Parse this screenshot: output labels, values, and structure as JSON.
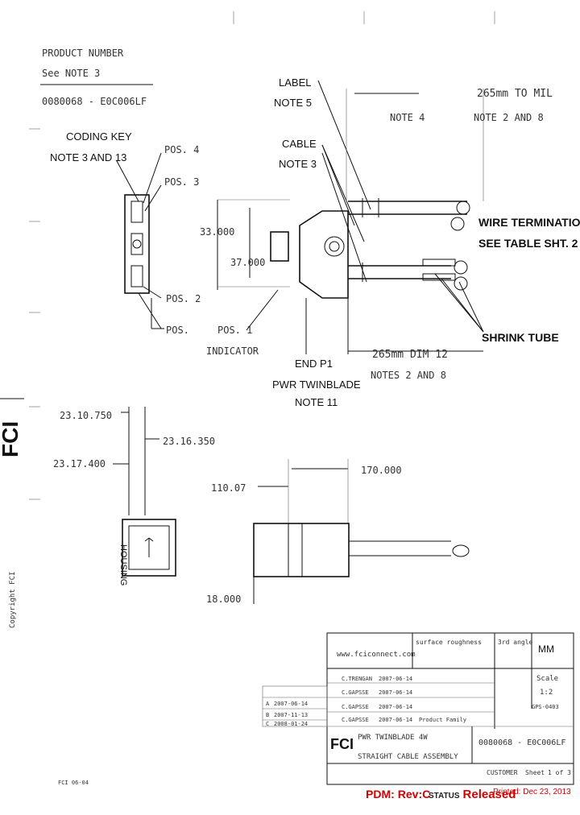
{
  "header": {
    "product_number": "PRODUCT NUMBER",
    "see_note": "See NOTE 3",
    "part_number": "0080068 - E0C006LF"
  },
  "callouts": {
    "coding_key_1": "CODING KEY",
    "coding_key_2": "NOTE 3 AND 13",
    "pos4": "POS. 4",
    "pos3": "POS. 3",
    "pos2": "POS. 2",
    "pos": "POS.",
    "label_1": "LABEL",
    "label_2": "NOTE 5",
    "cable_1": "CABLE",
    "cable_2": "NOTE 3",
    "note4": "NOTE 4",
    "len_top": "265mm TO MIL",
    "len_top_note": "NOTE 2 AND 8",
    "wire_term_1": "WIRE TERMINATION",
    "wire_term_2": "SEE TABLE SHT. 2",
    "shrink_tube": "SHRINK TUBE",
    "dim_a": "33.000",
    "dim_b": "37.000",
    "pos1_1": "POS. 1",
    "pos1_2": "INDICATOR",
    "end_1": "END P1",
    "end_2": "PWR TWINBLADE",
    "end_3": "NOTE 11",
    "len_bot": "265mm DIM 12",
    "len_bot_note": "NOTES 2 AND 8",
    "dim_c": "23.10.750",
    "dim_d": "23.16.350",
    "dim_e": "23.17.400",
    "dim_f": "110.07",
    "dim_g": "170.000",
    "dim_h": "18.000",
    "plug_text": "HOUSING"
  },
  "side_text": {
    "logo": "FCI",
    "copyright": "Copyright FCI"
  },
  "title_block": {
    "company": "www.fciconnect.com",
    "tolerance": "surface roughness",
    "third_angle": "3rd angle",
    "units": "MM",
    "scale_label": "Scale",
    "scale": "1:2",
    "title_1": "PWR TWINBLADE 4W",
    "title_2": "STRAIGHT CABLE ASSEMBLY",
    "drawing_number": "0080068 - E0C006LF",
    "sheet_label": "Sheet",
    "sheet": "1 of 3",
    "customer": "CUSTOMER",
    "product_family": "Product Family",
    "rows": [
      {
        "name": "C.TRENGAN",
        "date": "2007-06-14"
      },
      {
        "name": "C.GAPSSE",
        "date": "2007-06-14"
      },
      {
        "name": "C.GAPSSE",
        "date": "2007-06-14"
      },
      {
        "name": "C.GAPSSE",
        "date": "2007-06-14"
      }
    ],
    "revisions": [
      {
        "rev": "A",
        "date": "2007-06-14"
      },
      {
        "rev": "B",
        "date": "2007-11-13"
      },
      {
        "rev": "C",
        "date": "2008-01-24"
      }
    ],
    "doc_no": "GPS-0403"
  },
  "bottom_left": "FCI 06-04",
  "footer": {
    "pdm_label": "PDM:",
    "rev_label": "Rev:C",
    "status_label": "STATUS",
    "status_value": "Released",
    "printed": "Printed: Dec 23, 2013"
  }
}
